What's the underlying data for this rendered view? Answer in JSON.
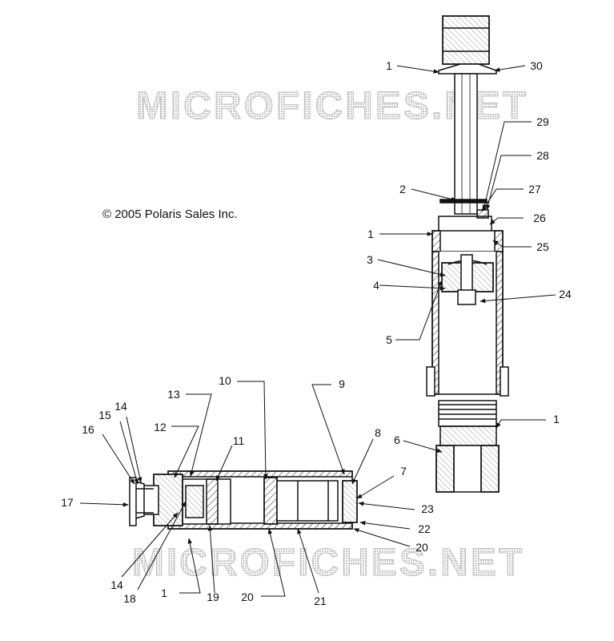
{
  "diagram": {
    "copyright": "© 2005 Polaris Sales Inc.",
    "watermark": "MICROFICHES.NET",
    "line_color": "#111111",
    "watermark_color": "#c9c9c9",
    "callouts": [
      {
        "id": "c1a",
        "label": "1"
      },
      {
        "id": "c30",
        "label": "30"
      },
      {
        "id": "c29",
        "label": "29"
      },
      {
        "id": "c28",
        "label": "28"
      },
      {
        "id": "c2",
        "label": "2"
      },
      {
        "id": "c27",
        "label": "27"
      },
      {
        "id": "c26",
        "label": "26"
      },
      {
        "id": "c1b",
        "label": "1"
      },
      {
        "id": "c25",
        "label": "25"
      },
      {
        "id": "c3",
        "label": "3"
      },
      {
        "id": "c4",
        "label": "4"
      },
      {
        "id": "c24",
        "label": "24"
      },
      {
        "id": "c5",
        "label": "5"
      },
      {
        "id": "c1c",
        "label": "1"
      },
      {
        "id": "c6",
        "label": "6"
      },
      {
        "id": "c10",
        "label": "10"
      },
      {
        "id": "c9",
        "label": "9"
      },
      {
        "id": "c13",
        "label": "13"
      },
      {
        "id": "c14a",
        "label": "14"
      },
      {
        "id": "c15",
        "label": "15"
      },
      {
        "id": "c12",
        "label": "12"
      },
      {
        "id": "c16",
        "label": "16"
      },
      {
        "id": "c11",
        "label": "11"
      },
      {
        "id": "c8",
        "label": "8"
      },
      {
        "id": "c7",
        "label": "7"
      },
      {
        "id": "c17",
        "label": "17"
      },
      {
        "id": "c23",
        "label": "23"
      },
      {
        "id": "c22",
        "label": "22"
      },
      {
        "id": "c20a",
        "label": "20"
      },
      {
        "id": "c14b",
        "label": "14"
      },
      {
        "id": "c18",
        "label": "18"
      },
      {
        "id": "c1d",
        "label": "1"
      },
      {
        "id": "c19",
        "label": "19"
      },
      {
        "id": "c20b",
        "label": "20"
      },
      {
        "id": "c21",
        "label": "21"
      }
    ]
  }
}
